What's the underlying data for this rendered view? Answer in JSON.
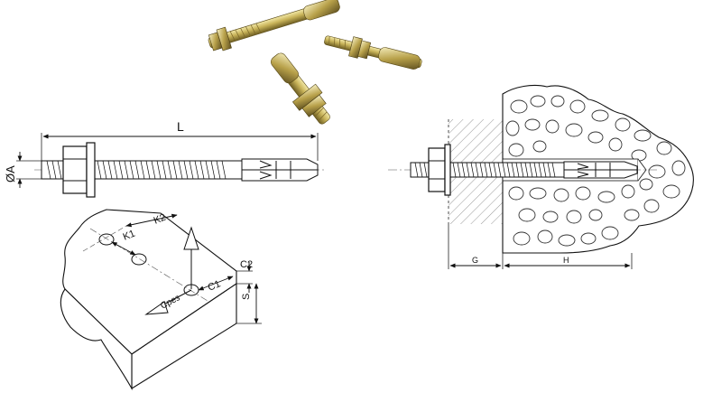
{
  "photo": {
    "icon": "anchor-bolts-photo"
  },
  "side_view": {
    "length_label": "L",
    "diameter_label": "ØA"
  },
  "installed_view": {
    "g_label": "G",
    "h_label": "H"
  },
  "spacing_view": {
    "k2_label": "K2",
    "k1_label": "K1",
    "c1_label": "C1",
    "c2_label": "C2",
    "s_label": "S",
    "force_label": "Срез"
  }
}
